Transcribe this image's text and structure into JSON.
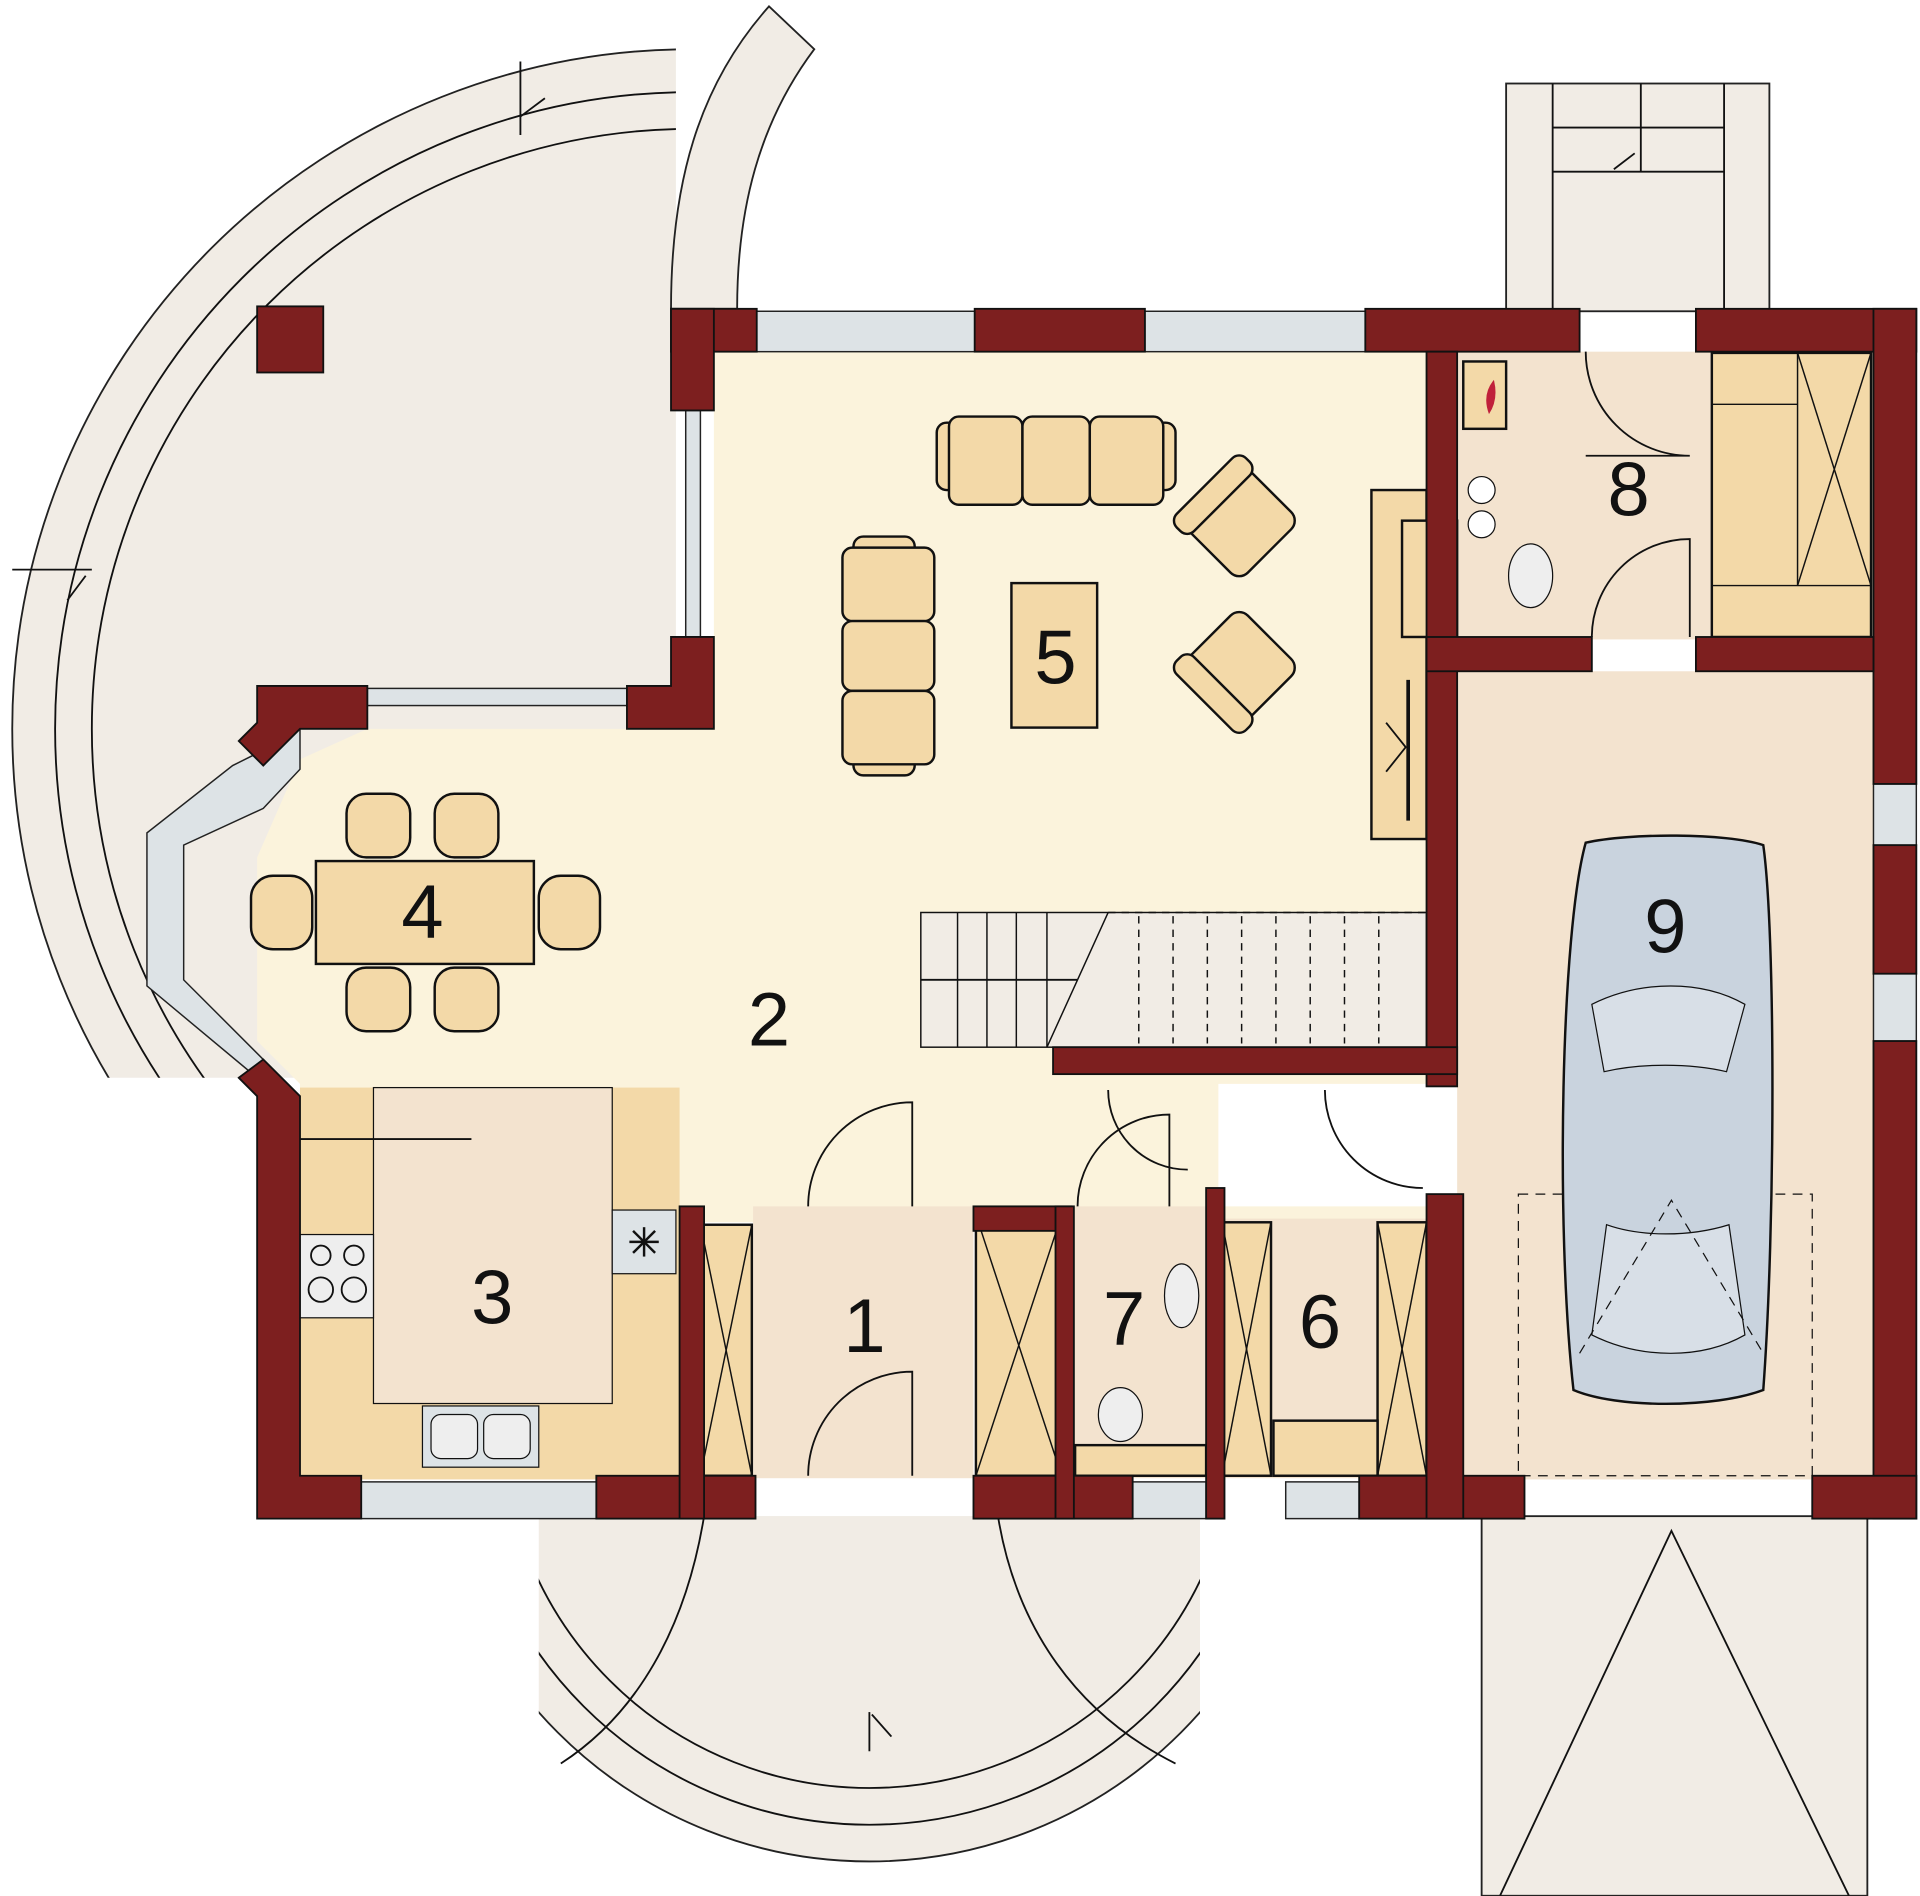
{
  "plan": {
    "rooms": [
      {
        "id": "1",
        "label": "1"
      },
      {
        "id": "2",
        "label": "2"
      },
      {
        "id": "3",
        "label": "3"
      },
      {
        "id": "4",
        "label": "4"
      },
      {
        "id": "5",
        "label": "5"
      },
      {
        "id": "6",
        "label": "6"
      },
      {
        "id": "7",
        "label": "7"
      },
      {
        "id": "8",
        "label": "8"
      },
      {
        "id": "9",
        "label": "9"
      }
    ],
    "colors": {
      "wall": "#7d1f1f",
      "living_floor": "#fbf3dc",
      "furniture": "#f3d9a8",
      "hall_floor": "#f3e3cf",
      "paving": "#f1ece5",
      "window": "#dde3e6",
      "car": "#c9d3de",
      "fireplace_flame": "#c0203a"
    }
  }
}
